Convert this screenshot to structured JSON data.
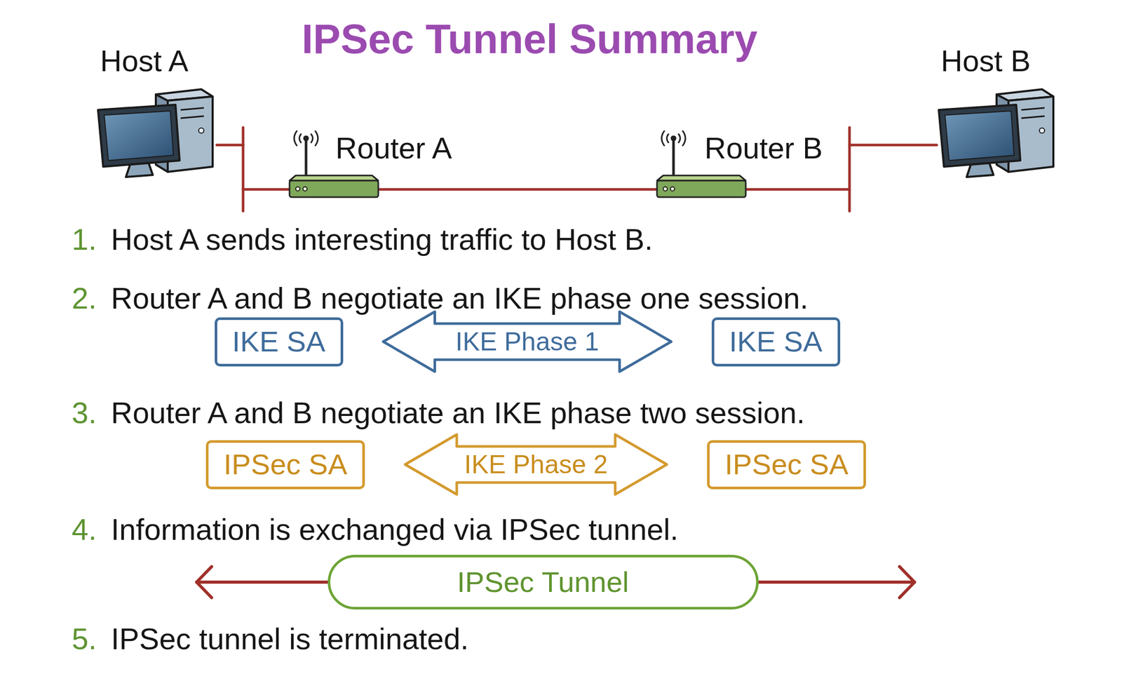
{
  "diagram": {
    "title": "IPSec Tunnel Summary",
    "nodes": [
      {
        "text": [
          "IKE SA"
        ]
      },
      {
        "text": [
          "IKE SA"
        ]
      },
      {
        "text": [
          "IPSec SA"
        ]
      },
      {
        "text": [
          "IPSec SA"
        ]
      },
      {
        "text": [
          "IPSec Tunnel"
        ]
      }
    ],
    "edges": [
      {
        "from": 0,
        "to": 1,
        "label": "IKE Phase 1",
        "arrow": "both"
      },
      {
        "from": 2,
        "to": 3,
        "label": "IKE Phase 2",
        "arrow": "both"
      }
    ],
    "labels": [
      "Host A",
      "Router A",
      "Router B",
      "Host B",
      "1.",
      "Host A sends interesting traffic to Host B.",
      "2.",
      "Router A and B negotiate an IKE phase one session.",
      "3.",
      "Router A and B negotiate an IKE phase two session.",
      "4.",
      "Information is exchanged via IPSec tunnel.",
      "5.",
      "IPSec tunnel is terminated."
    ]
  }
}
